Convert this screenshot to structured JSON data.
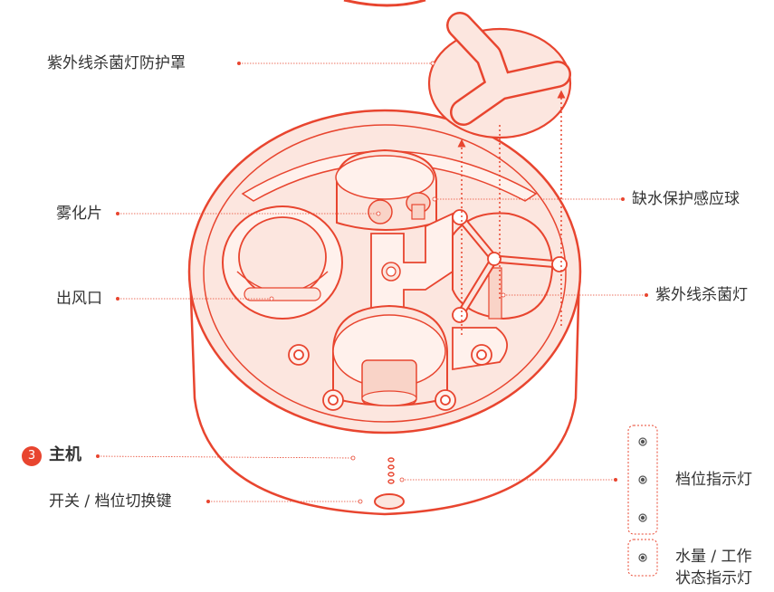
{
  "colors": {
    "accent": "#e8452f",
    "fill": "#fce6df",
    "fill_light": "#fff1ec",
    "stroke": "#e8452f",
    "leader": "#e8452f",
    "text": "#333333"
  },
  "labels": {
    "uv_cover": "紫外线杀菌灯防护罩",
    "atomizer": "雾化片",
    "air_outlet": "出风口",
    "main_unit": "主机",
    "switch_key": "开关 / 档位切换键",
    "water_sensor": "缺水保护感应球",
    "uv_lamp": "紫外线杀菌灯",
    "level_indicator": "档位指示灯",
    "water_status_line1": "水量 / 工作",
    "water_status_line2": "状态指示灯"
  },
  "badge": {
    "number": "3",
    "icon": "numbered-circle-icon"
  }
}
